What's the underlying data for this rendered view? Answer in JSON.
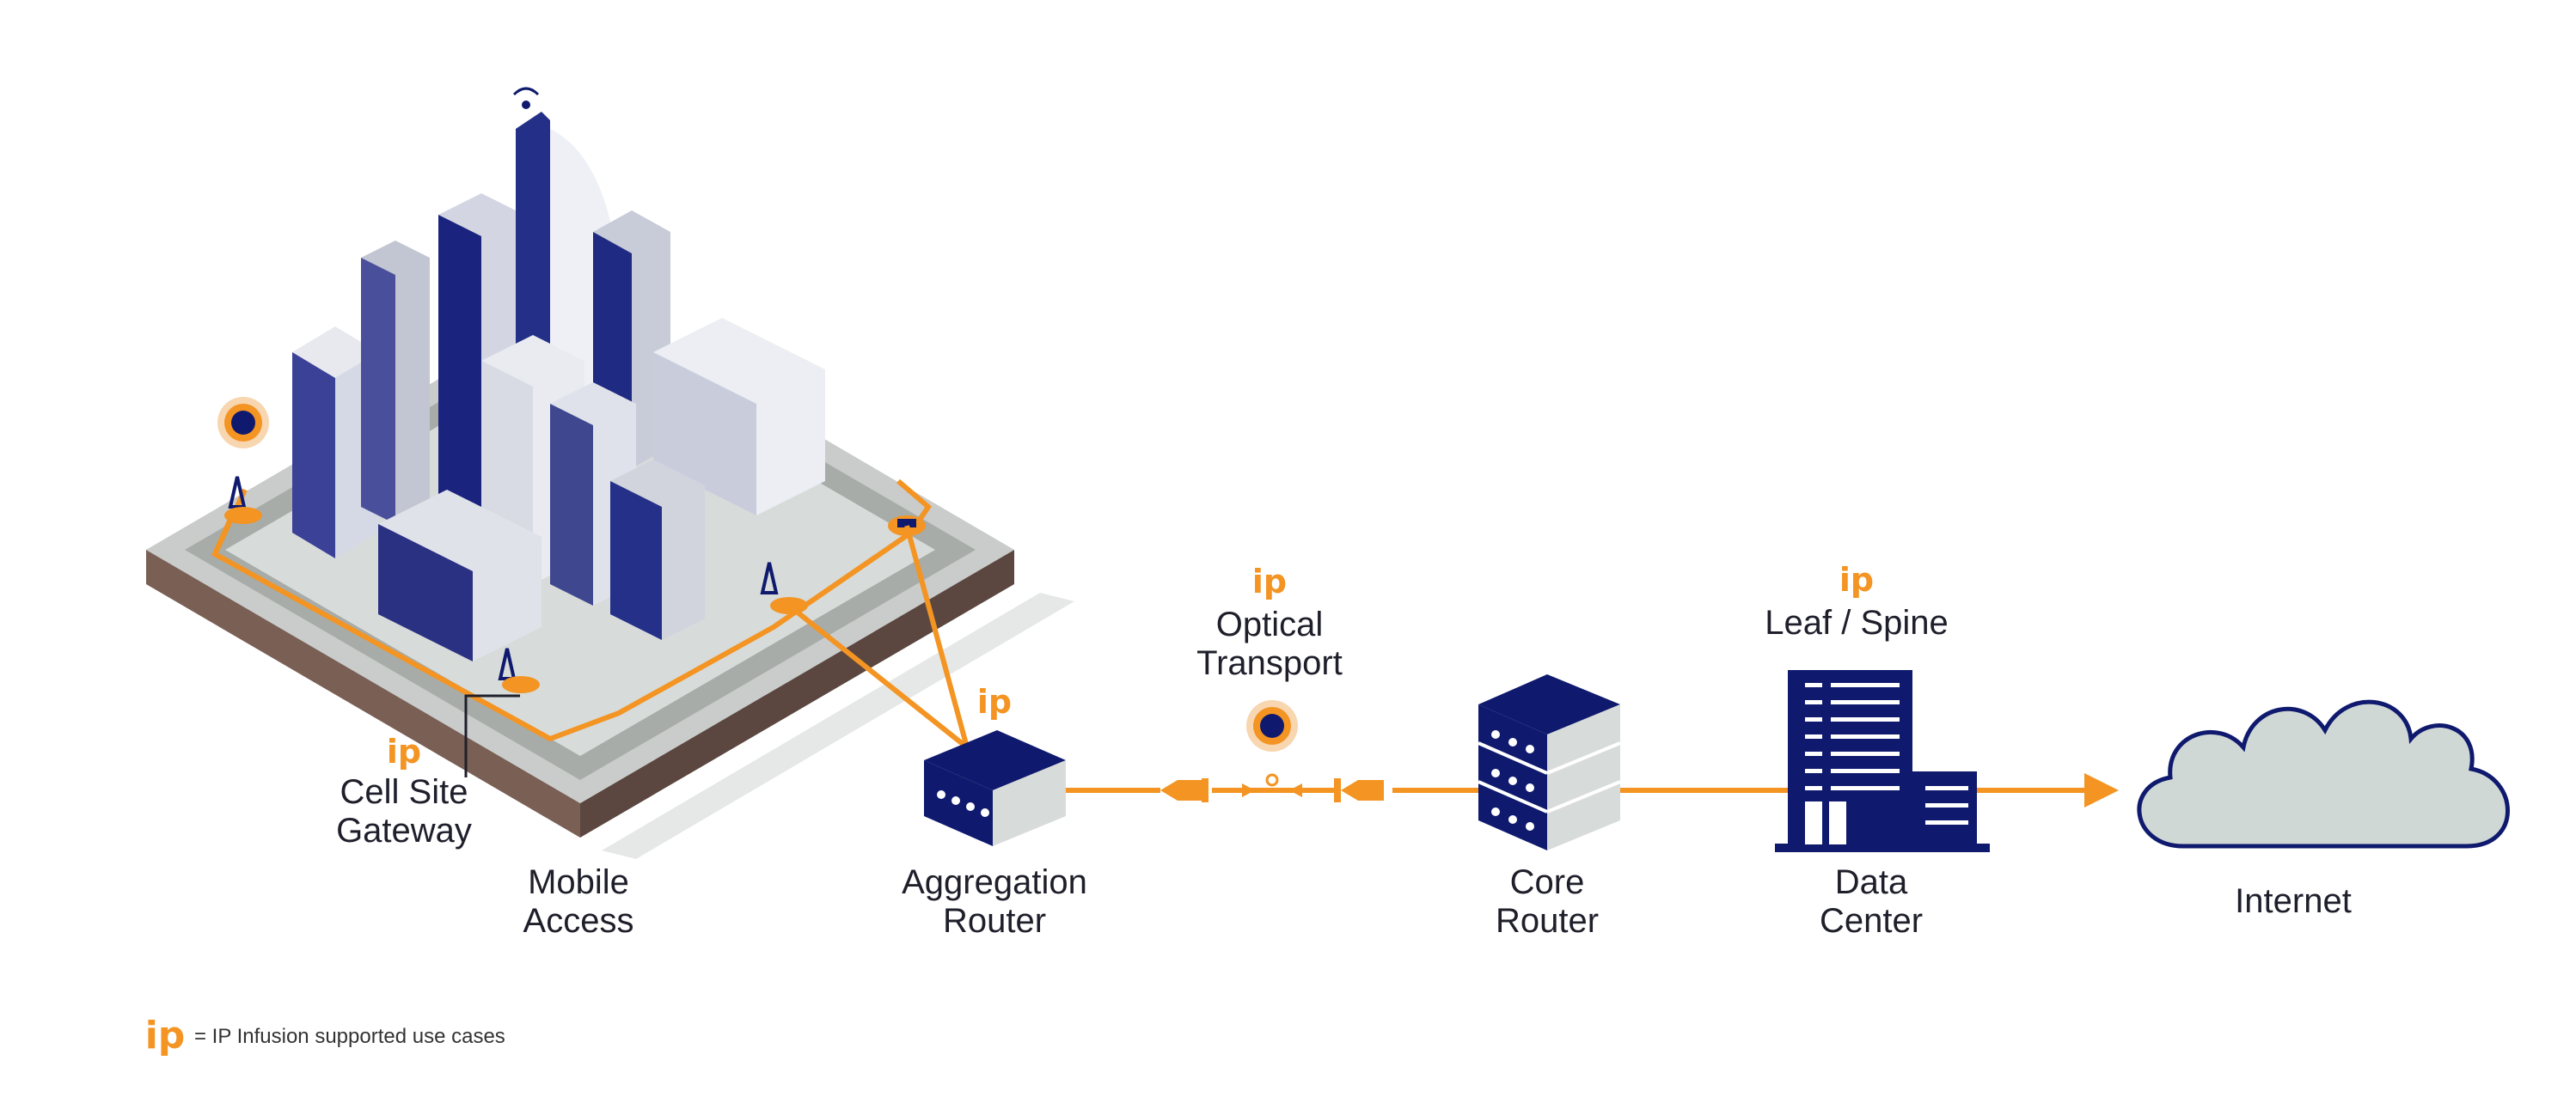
{
  "colors": {
    "navy": "#0f1a6e",
    "orange": "#f39423",
    "cloud": "#d0d8d6",
    "text": "#1f1f2b",
    "road": "#a7aca9"
  },
  "ip_mark": "ip",
  "nodes": {
    "cell_site": {
      "line1": "Cell Site",
      "line2": "Gateway",
      "ip": true
    },
    "mobile_access": {
      "line1": "Mobile",
      "line2": "Access"
    },
    "aggregation": {
      "line1": "Aggregation",
      "line2": "Router",
      "ip": true
    },
    "optical": {
      "line1": "Optical",
      "line2": "Transport",
      "ip": true
    },
    "core": {
      "line1": "Core",
      "line2": "Router"
    },
    "leaf_spine": {
      "line1": "Leaf / Spine",
      "ip": true
    },
    "data_center": {
      "line1": "Data",
      "line2": "Center"
    },
    "internet": {
      "line1": "Internet"
    }
  },
  "legend": {
    "mark": "ip",
    "text": "= IP Infusion supported use cases"
  }
}
